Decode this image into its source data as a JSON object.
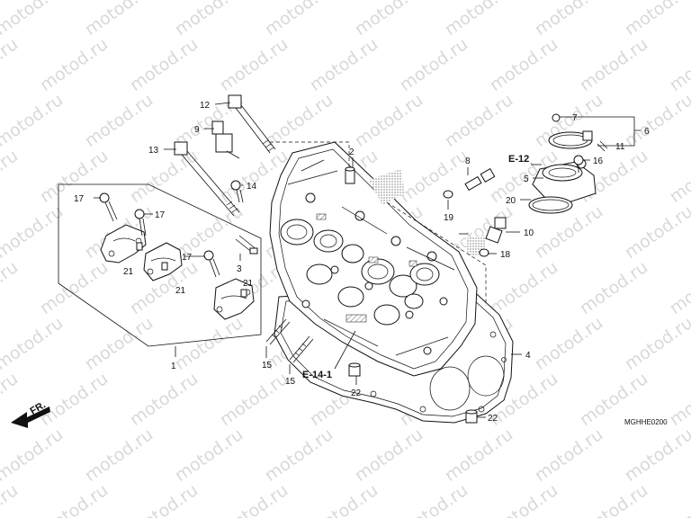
{
  "diagram": {
    "code": "MGHHE0200",
    "front_label": "FR.",
    "watermark": "motod.ru",
    "refs": [
      "E-12",
      "E-14-1"
    ],
    "parts": [
      "1",
      "2",
      "3",
      "4",
      "5",
      "6",
      "7",
      "8",
      "9",
      "10",
      "11",
      "12",
      "13",
      "14",
      "15",
      "16",
      "17",
      "18",
      "19",
      "20",
      "21",
      "22"
    ]
  }
}
